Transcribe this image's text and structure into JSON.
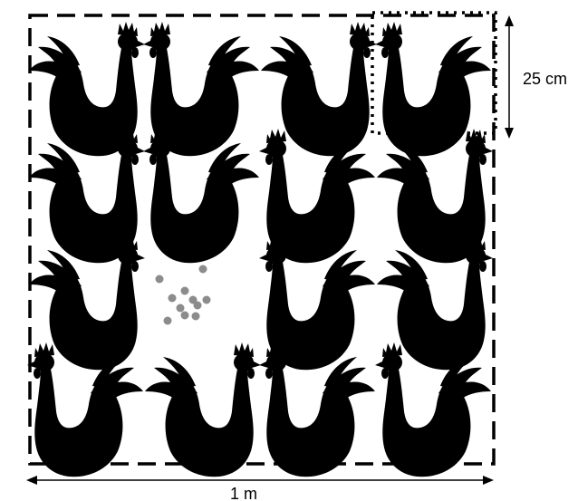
{
  "diagram": {
    "width_label": "1 m",
    "cell_size_label": "25 cm",
    "grid": {
      "rows": 4,
      "cols": 4
    },
    "empty_cell": {
      "row": 2,
      "col": 1,
      "contents": "feed-pellets"
    },
    "facing": [
      [
        "right",
        "left",
        "right",
        "left"
      ],
      [
        "right",
        "left",
        "left",
        "right"
      ],
      [
        "right",
        "empty",
        "left",
        "right"
      ],
      [
        "left",
        "right",
        "left",
        "left"
      ]
    ],
    "colors": {
      "hen": "#000000",
      "frame": "#000000",
      "pellets": "#8c8c8c",
      "background": "#ffffff"
    }
  }
}
